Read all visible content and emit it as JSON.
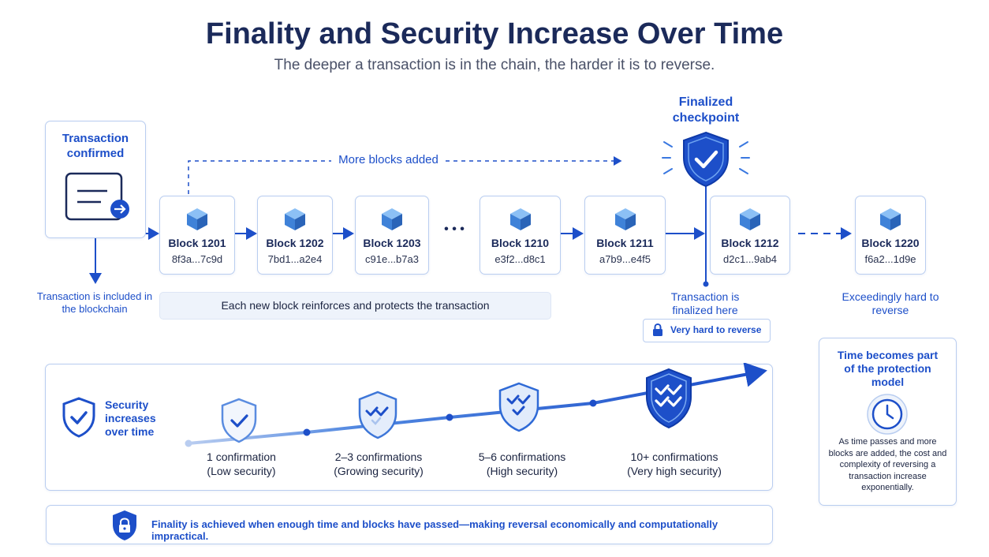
{
  "title": "Finality and Security Increase Over Time",
  "subtitle": "The deeper a transaction is in the chain, the harder it is to reverse.",
  "transaction_card": {
    "title": "Transaction confirmed",
    "icon": "document-arrow-icon"
  },
  "included_label": "Transaction is included in the blockchain",
  "more_blocks_label": "More blocks added",
  "blocks": [
    {
      "name": "Block 1201",
      "hash": "8f3a...7c9d"
    },
    {
      "name": "Block 1202",
      "hash": "7bd1...a2e4"
    },
    {
      "name": "Block 1203",
      "hash": "c91e...b7a3"
    },
    {
      "name": "Block 1210",
      "hash": "e3f2...d8c1"
    },
    {
      "name": "Block 1211",
      "hash": "a7b9...e4f5"
    },
    {
      "name": "Block 1212",
      "hash": "d2c1...9ab4"
    },
    {
      "name": "Block 1220",
      "hash": "f6a2...1d9e"
    }
  ],
  "ellipsis": "• • •",
  "reinforce_banner": "Each new block reinforces and protects the transaction",
  "checkpoint": {
    "title": "Finalized checkpoint",
    "finalized_label": "Transaction is finalized here",
    "badge": "Very hard to reverse"
  },
  "exceedingly_label": "Exceedingly hard to reverse",
  "security": {
    "title": "Security increases over time",
    "stages": [
      {
        "count": "1 confirmation",
        "level": "(Low security)"
      },
      {
        "count": "2–3 confirmations",
        "level": "(Growing security)"
      },
      {
        "count": "5–6 confirmations",
        "level": "(High security)"
      },
      {
        "count": "10+ confirmations",
        "level": "(Very high security)"
      }
    ]
  },
  "time_box": {
    "title": "Time becomes part of the protection model",
    "text": "As time passes and more blocks are added, the cost and complexity of reversing a transaction increase exponentially.",
    "icon": "clock-icon"
  },
  "footer": "Finality is achieved when enough time and blocks have passed—making reversal economically and computationally impractical.",
  "colors": {
    "primary": "#1d4fc9",
    "title": "#1b2a5a",
    "border": "#b9cdf0",
    "cube": "#4a90e2"
  }
}
